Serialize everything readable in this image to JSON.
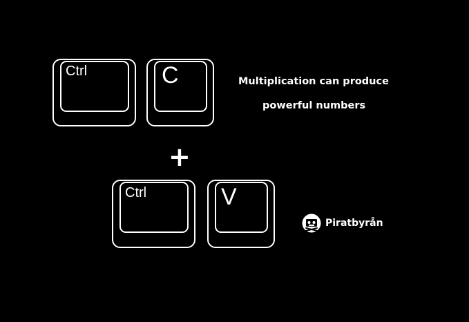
{
  "keys": {
    "ctrl_top": "Ctrl",
    "c": "C",
    "plus": "+",
    "ctrl_bottom": "Ctrl",
    "v": "V"
  },
  "tagline": {
    "line1": "Multiplication can produce",
    "line2": "powerful numbers"
  },
  "brand": {
    "name": "Piratbyrån",
    "logo_icon": "pirate-cassette-icon"
  },
  "colors": {
    "background": "#000000",
    "foreground": "#ffffff"
  }
}
